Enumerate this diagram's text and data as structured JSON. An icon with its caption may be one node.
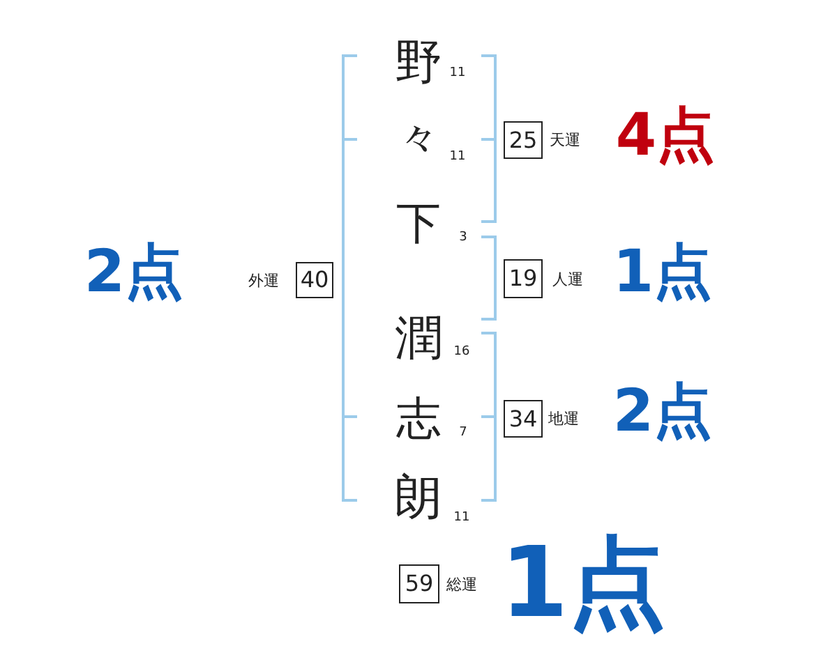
{
  "diagram": {
    "nodes": [
      {
        "text": [
          "25"
        ],
        "beside": [
          "天運"
        ]
      },
      {
        "text": [
          "40"
        ],
        "beside": [
          "外運"
        ]
      },
      {
        "text": [
          "19"
        ],
        "beside": [
          "人運"
        ]
      },
      {
        "text": [
          "34"
        ],
        "beside": [
          "地運"
        ]
      },
      {
        "text": [
          "59"
        ],
        "beside": [
          "総運"
        ]
      }
    ],
    "labels": [
      "野",
      "11",
      "々",
      "11",
      "4点",
      "2点",
      "下",
      "3",
      "1点",
      "潤",
      "16",
      "志",
      "7",
      "2点",
      "朗",
      "11",
      "1点"
    ]
  }
}
